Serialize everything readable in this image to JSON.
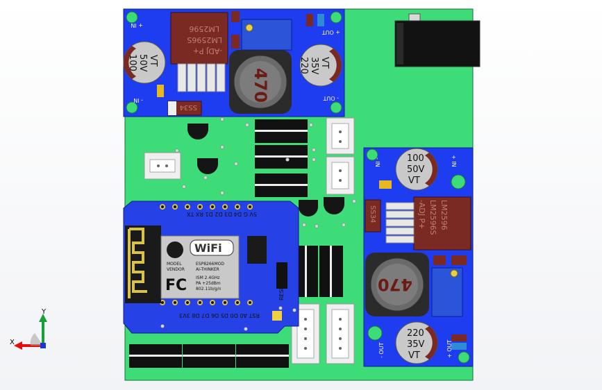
{
  "colors": {
    "pcb": "#3ddc78",
    "module_blue": "#1f3df0",
    "wemos_blue": "#2642e6",
    "chip": "#7a2a22",
    "black": "#111111",
    "silver": "#b9b9b9"
  },
  "top_buck": {
    "chip_text": [
      "LM2596",
      "LM2596S",
      "-ADJ P+"
    ],
    "diode_text": "SS34",
    "inductor": "470",
    "cap_in": [
      "100",
      "50V",
      "VT"
    ],
    "cap_out": [
      "220",
      "35V",
      "VT"
    ],
    "in_plus": "+ IN",
    "in_minus": "- IN",
    "out_plus": "+ OUT",
    "out_minus": "- OUT"
  },
  "right_buck": {
    "chip_text": [
      "LM2596",
      "LM2596S",
      "-ADJ P+"
    ],
    "diode_text": "SS34",
    "inductor": "470",
    "cap_in": [
      "100",
      "50V",
      "VT"
    ],
    "cap_out": [
      "220",
      "35V",
      "VT"
    ],
    "in_plus": "+ IN",
    "in_minus": "- IN",
    "out_plus": "+ OUT",
    "out_minus": "- OUT"
  },
  "wemos": {
    "top_pins": "5V  G  D4  D3  D2  D1  RX  TX",
    "bottom_pins": "RST  A0  D0  D5  D6  D7  D8  3V3",
    "wifi": "WiFi",
    "module": "ESP8266MOD",
    "vendor": "AI-THINKER",
    "ism": "ISM  2.4GHz",
    "pa": "PA    +25dBm",
    "std": "802.11b/g/n",
    "model_lbl": "MODEL",
    "vendor_lbl": "VENDOR",
    "fc": "FC",
    "reset": "RESET"
  },
  "axes": {
    "x": "X",
    "y": "Y"
  }
}
